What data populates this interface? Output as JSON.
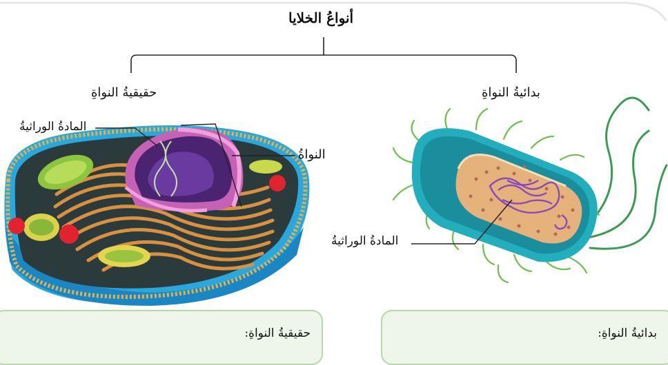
{
  "title": "أنواعُ الخلايا",
  "branches": {
    "prokaryote": {
      "label": "بدائيةُ النواةِ",
      "genetic_material": "المادةُ الوراثيةُ"
    },
    "eukaryote": {
      "label": "حقيقيةُ النواةِ",
      "genetic_material": "المادةُ الوراثيةُ",
      "nucleus": "النواةُ"
    }
  },
  "boxes": {
    "prokaryote_title": "بدائيةُ النواةِ:",
    "eukaryote_title": "حقيقيةُ النواةِ:"
  },
  "colors": {
    "box_fill": "#eef6ea",
    "box_border": "#b7d8a9",
    "membrane": "#22b5c9",
    "nucleus": "#d670c6"
  }
}
